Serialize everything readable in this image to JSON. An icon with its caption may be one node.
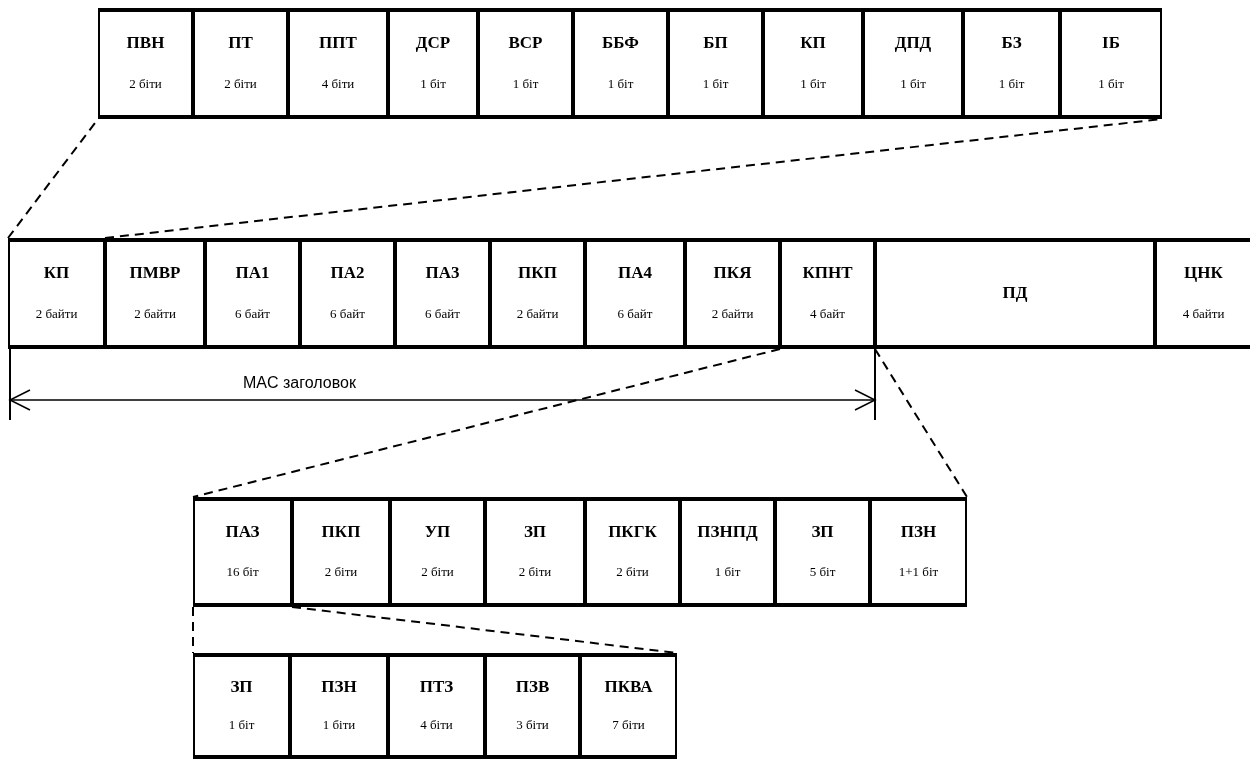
{
  "diagram": {
    "nodes": [
      {
        "text": [],
        "shape": "box"
      },
      {
        "text": [
          "ПВН",
          "2 біти"
        ],
        "in": 0
      },
      {
        "text": [
          "ПТ",
          "2 біти"
        ],
        "in": 0
      },
      {
        "text": [
          "ППТ",
          "4 біти"
        ],
        "in": 0
      },
      {
        "text": [
          "ДСР",
          "1 біт"
        ],
        "in": 0
      },
      {
        "text": [
          "ВСР",
          "1 біт"
        ],
        "in": 0
      },
      {
        "text": [
          "ББФ",
          "1 біт"
        ],
        "in": 0
      },
      {
        "text": [
          "БП",
          "1 біт"
        ],
        "in": 0
      },
      {
        "text": [
          "КП",
          "1 біт"
        ],
        "in": 0
      },
      {
        "text": [
          "ДПД",
          "1 біт"
        ],
        "in": 0
      },
      {
        "text": [
          "БЗ",
          "1 біт"
        ],
        "in": 0
      },
      {
        "text": [
          "ІБ",
          "1 біт"
        ],
        "in": 0
      },
      {
        "text": [],
        "shape": "box"
      },
      {
        "text": [
          "КП",
          "2 байти"
        ],
        "in": 12
      },
      {
        "text": [
          "ПМВР",
          "2 байти"
        ],
        "in": 12
      },
      {
        "text": [
          "ПА1",
          "6 байт"
        ],
        "in": 12
      },
      {
        "text": [
          "ПА2",
          "6 байт"
        ],
        "in": 12
      },
      {
        "text": [
          "ПА3",
          "6 байт"
        ],
        "in": 12
      },
      {
        "text": [
          "ПКП",
          "2 байти"
        ],
        "in": 12
      },
      {
        "text": [
          "ПА4",
          "6 байт"
        ],
        "in": 12
      },
      {
        "text": [
          "ПКЯ",
          "2 байти"
        ],
        "in": 12
      },
      {
        "text": [
          "КПНТ",
          "4 байт"
        ],
        "in": 12
      },
      {
        "text": [
          "ПД"
        ],
        "in": 12
      },
      {
        "text": [
          "ЦНК",
          "4 байти"
        ],
        "in": 12
      },
      {
        "text": [],
        "shape": "box"
      },
      {
        "text": [
          "ПАЗ",
          "16 біт"
        ],
        "in": 24
      },
      {
        "text": [
          "ПКП",
          "2 біти"
        ],
        "in": 24
      },
      {
        "text": [
          "УП",
          "2 біти"
        ],
        "in": 24
      },
      {
        "text": [
          "ЗП",
          "2 біти"
        ],
        "in": 24
      },
      {
        "text": [
          "ПКГК",
          "2 біти"
        ],
        "in": 24
      },
      {
        "text": [
          "ПЗНПД",
          "1 біт"
        ],
        "in": 24
      },
      {
        "text": [
          "ЗП",
          "5 біт"
        ],
        "in": 24
      },
      {
        "text": [
          "ПЗН",
          "1+1 біт"
        ],
        "in": 24
      },
      {
        "text": [],
        "shape": "box"
      },
      {
        "text": [
          "ЗП",
          "1 біт"
        ],
        "in": 33
      },
      {
        "text": [
          "ПЗН",
          "1 біти"
        ],
        "in": 33
      },
      {
        "text": [
          "ПТЗ",
          "4 біти"
        ],
        "in": 33
      },
      {
        "text": [
          "ПЗВ",
          "3 біти"
        ],
        "in": 33
      },
      {
        "text": [
          "ПКВА",
          "7 біти"
        ],
        "in": 33
      }
    ],
    "edges": [
      {
        "from": 13,
        "to": 0,
        "arrow": "none",
        "style": "dashed"
      },
      {
        "from": 13,
        "to": 0,
        "arrow": "none",
        "style": "dashed"
      },
      {
        "from": 21,
        "to": 24,
        "arrow": "none",
        "style": "dashed"
      },
      {
        "from": 21,
        "to": 24,
        "arrow": "none",
        "style": "dashed"
      },
      {
        "from": 25,
        "to": 33,
        "arrow": "none",
        "style": "dashed"
      },
      {
        "from": 25,
        "to": 33,
        "arrow": "none",
        "style": "dashed"
      }
    ],
    "labels": [
      "MAC заголовок"
    ]
  }
}
